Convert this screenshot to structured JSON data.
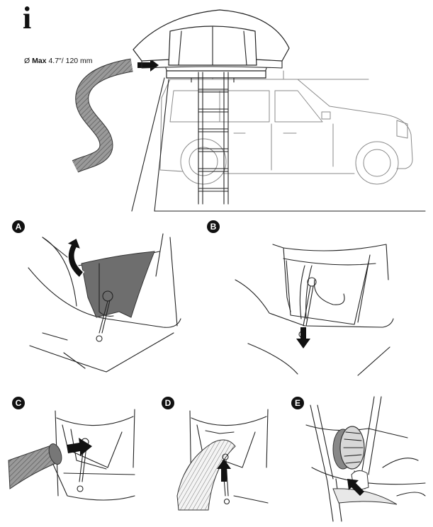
{
  "info_icon": {
    "glyph": "i",
    "name": "info-icon"
  },
  "spec": {
    "symbol": "Ø",
    "bold_label": "Max",
    "value": "4.7\"/ 120 mm"
  },
  "steps": [
    {
      "label": "A"
    },
    {
      "label": "B"
    },
    {
      "label": "C"
    },
    {
      "label": "D"
    },
    {
      "label": "E"
    }
  ],
  "colors": {
    "ink": "#111111",
    "flap": "#6e6e6e",
    "hose": "#8c8c8c",
    "light_line": "#8a8a8a"
  }
}
